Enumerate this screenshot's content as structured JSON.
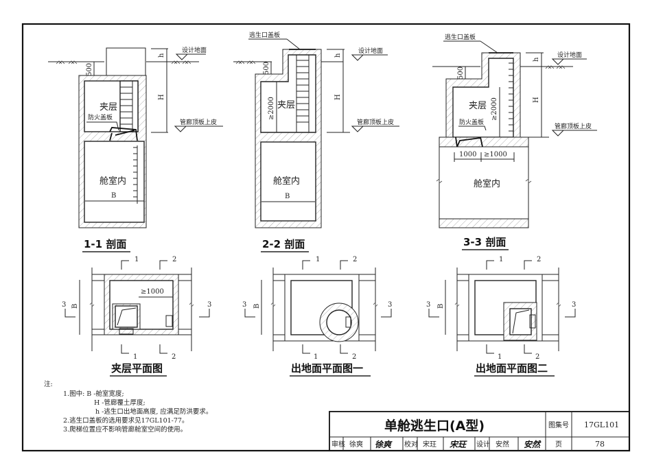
{
  "sheet": {
    "title": "单舱逃生口(A型)",
    "atlas_label": "图集号",
    "atlas_number": "17GL101",
    "page_label": "页",
    "page_number": "78",
    "review_label": "审核",
    "reviewer": "徐爽",
    "reviewer_signature": "徐爽",
    "check_label": "校对",
    "checker": "宋玨",
    "checker_signature": "宋玨",
    "design_label": "设计",
    "designer": "安然",
    "designer_signature": "安然"
  },
  "common_labels": {
    "design_ground": "设计地面",
    "corridor_roof_top": "管廊顶板上皮",
    "cabin_inside": "舱室内",
    "mezzanine": "夹层",
    "fire_cover": "防火盖板",
    "escape_cover": "逃生口盖板",
    "dim_B": "B",
    "dim_H": "H",
    "dim_h": "h",
    "dim_500": "500",
    "dim_ge2000": "≥2000",
    "dim_1000": "1000",
    "dim_ge1000": "≥1000",
    "cut_1": "1",
    "cut_2": "2",
    "cut_3": "3"
  },
  "views": [
    {
      "id": "section-1-1",
      "title": "1-1 剖面"
    },
    {
      "id": "section-2-2",
      "title": "2-2 剖面"
    },
    {
      "id": "section-3-3",
      "title": "3-3 剖面"
    },
    {
      "id": "plan-mezzanine",
      "title": "夹层平面图"
    },
    {
      "id": "plan-exit-1",
      "title": "出地面平面图一"
    },
    {
      "id": "plan-exit-2",
      "title": "出地面平面图二"
    }
  ],
  "notes": {
    "heading": "注:",
    "items": [
      "1.图中: B -舱室宽度;",
      "H -管廊覆土厚度;",
      "h -逃生口出地面高度, 应满足防洪要求。",
      "2.逃生口盖板的选用要求见17GL101-77。",
      "3.爬梯位置应不影响管廊舱室空间的使用。"
    ]
  }
}
